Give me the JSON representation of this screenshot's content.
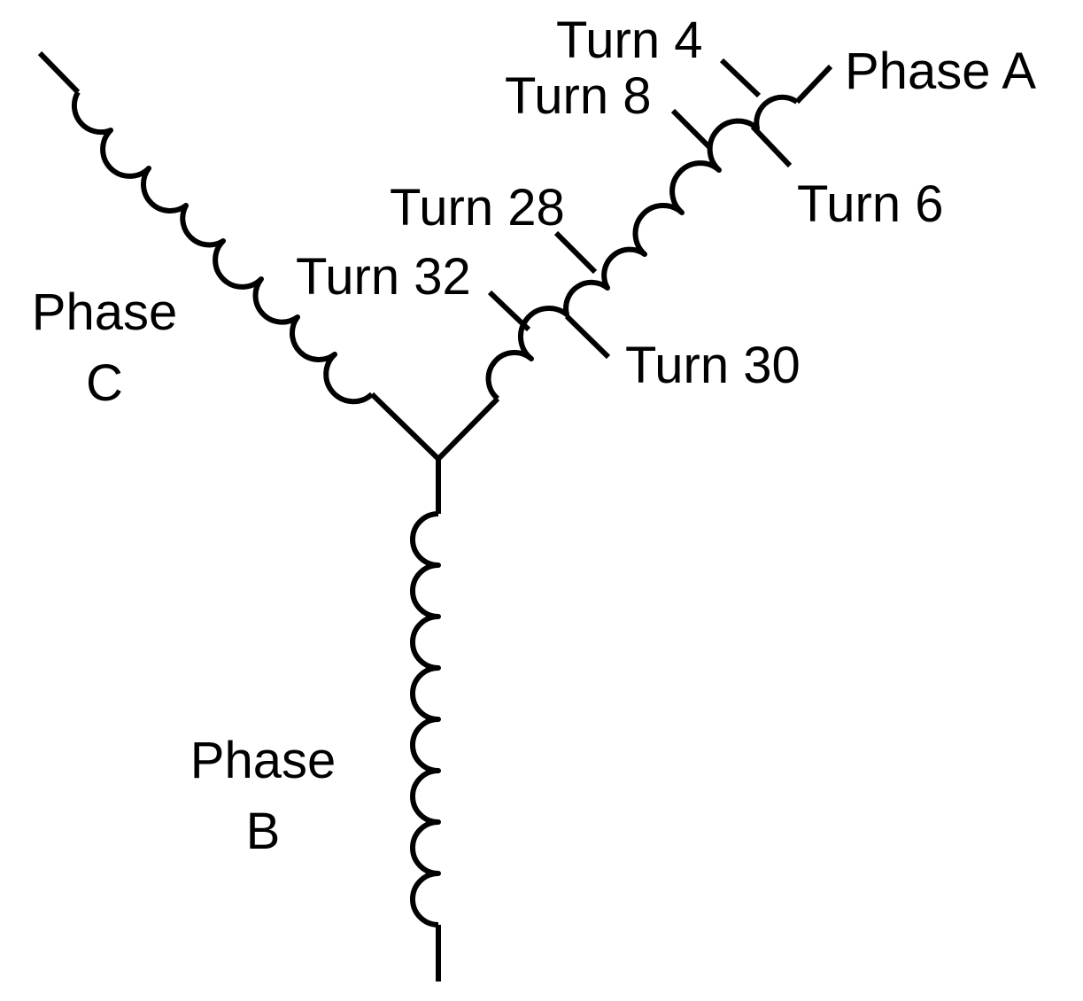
{
  "diagram": {
    "phases": [
      {
        "id": "A",
        "label": "Phase A"
      },
      {
        "id": "B",
        "label_line1": "Phase",
        "label_line2": "B"
      },
      {
        "id": "C",
        "label_line1": "Phase",
        "label_line2": "C"
      }
    ],
    "taps": [
      {
        "label": "Turn 4"
      },
      {
        "label": "Turn 8"
      },
      {
        "label": "Turn 6"
      },
      {
        "label": "Turn 28"
      },
      {
        "label": "Turn 32"
      },
      {
        "label": "Turn 30"
      }
    ]
  },
  "colors": {
    "ink": "#000000",
    "background": "#ffffff"
  }
}
